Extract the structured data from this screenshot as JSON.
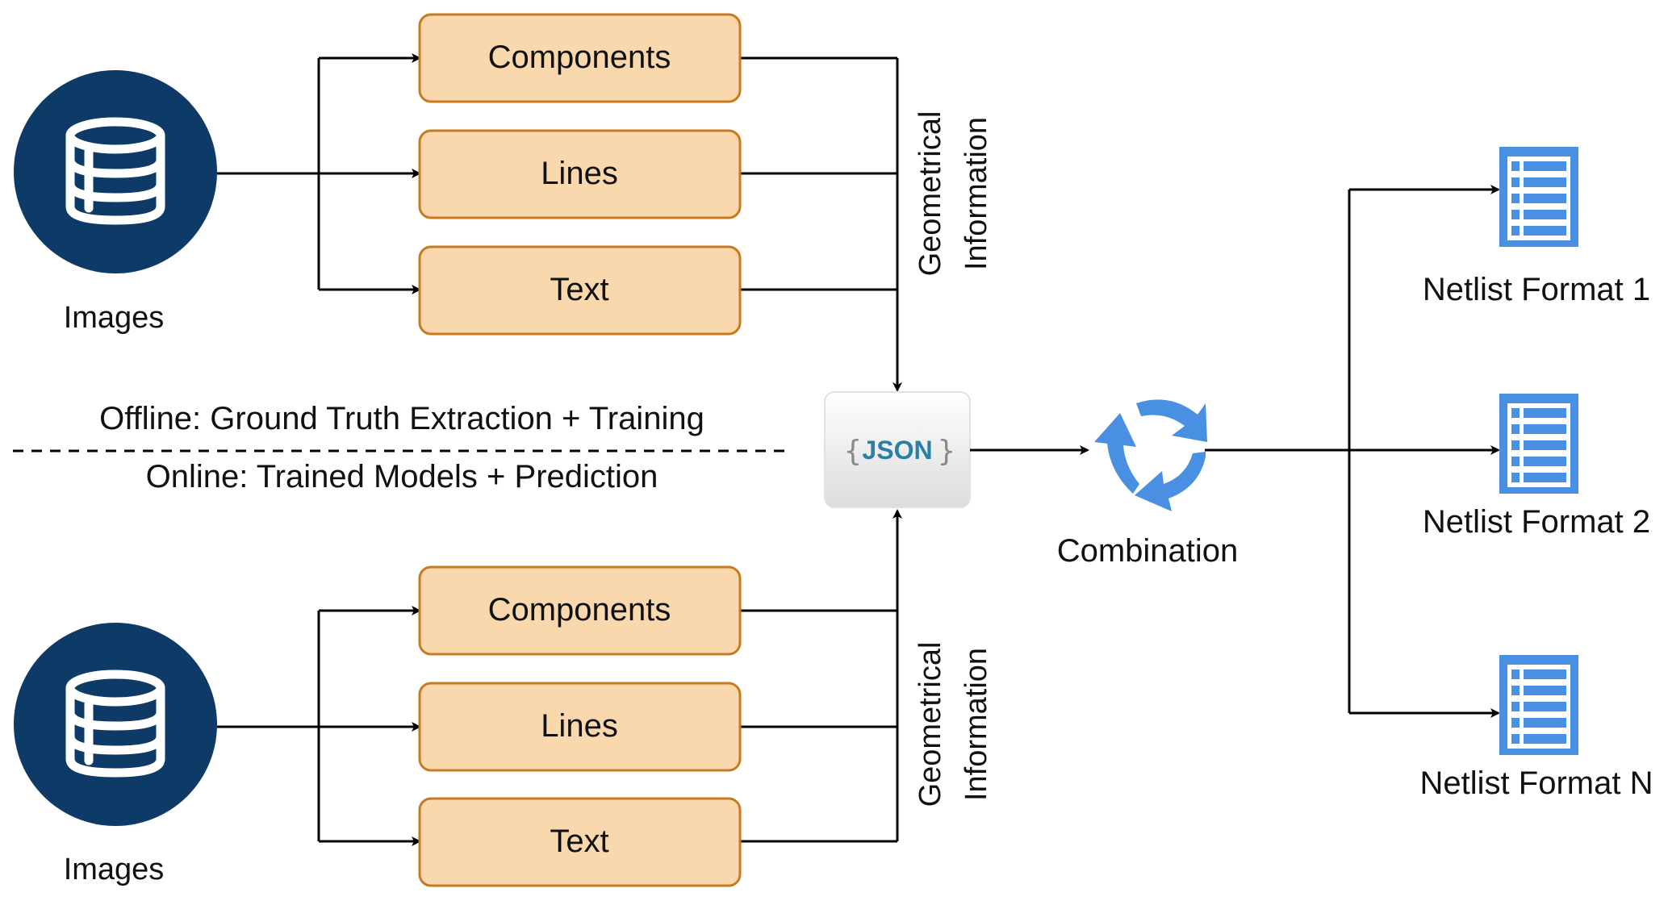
{
  "colors": {
    "box_fill": "#f9d8ad",
    "box_stroke": "#c87a1f",
    "db_circle": "#0e3a68",
    "line": "#000000",
    "netlist_icon": "#4a90e2",
    "combination_icon": "#4a90e2",
    "json_text": "#2a7fa8"
  },
  "offline": {
    "source": {
      "icon": "database-icon",
      "label": "Images"
    },
    "stages": [
      "Components",
      "Lines",
      "Text"
    ],
    "merge_label_line1": "Geometrical",
    "merge_label_line2": "Information"
  },
  "online": {
    "source": {
      "icon": "database-icon",
      "label": "Images"
    },
    "stages": [
      "Components",
      "Lines",
      "Text"
    ],
    "merge_label_line1": "Geometrical",
    "merge_label_line2": "Information"
  },
  "separator": {
    "offline_text": "Offline: Ground Truth Extraction + Training",
    "online_text": "Online: Trained Models + Prediction"
  },
  "json": {
    "icon": "json-icon",
    "text": "JSON"
  },
  "combination": {
    "icon": "recycle-arrows-icon",
    "label": "Combination"
  },
  "outputs": [
    {
      "icon": "netlist-document-icon",
      "label": "Netlist Format 1"
    },
    {
      "icon": "netlist-document-icon",
      "label": "Netlist Format 2"
    },
    {
      "icon": "netlist-document-icon",
      "label": "Netlist Format N"
    }
  ]
}
